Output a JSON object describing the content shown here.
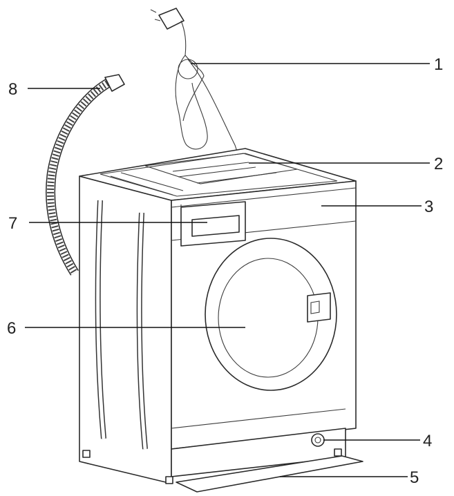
{
  "figure": {
    "callouts": [
      {
        "id": "1",
        "label": "1",
        "part": "power-cord"
      },
      {
        "id": "2",
        "label": "2",
        "part": "top-panel"
      },
      {
        "id": "3",
        "label": "3",
        "part": "control-panel"
      },
      {
        "id": "4",
        "label": "4",
        "part": "pump-filter"
      },
      {
        "id": "5",
        "label": "5",
        "part": "kickboard"
      },
      {
        "id": "6",
        "label": "6",
        "part": "door"
      },
      {
        "id": "7",
        "label": "7",
        "part": "detergent-drawer"
      },
      {
        "id": "8",
        "label": "8",
        "part": "drain-hose"
      }
    ]
  }
}
